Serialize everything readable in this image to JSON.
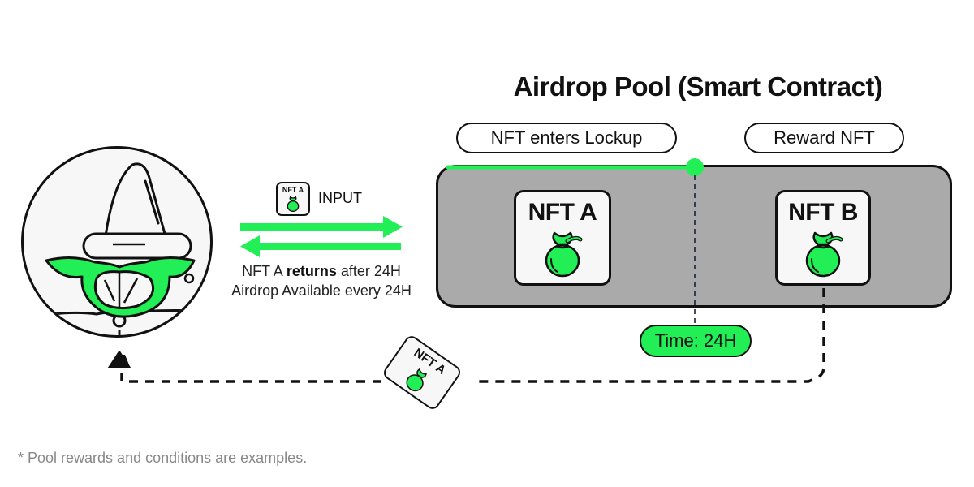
{
  "title": "Airdrop Pool (Smart Contract)",
  "stages": {
    "lockup_label": "NFT enters Lockup",
    "reward_label": "Reward NFT"
  },
  "pool": {
    "cards": [
      {
        "label": "NFT A",
        "icon": "money-bag-icon"
      },
      {
        "label": "NFT B",
        "icon": "money-bag-icon"
      }
    ],
    "timer_label": "Time: 24H",
    "lockup_progress_fraction": 0.5
  },
  "input": {
    "card_label": "NFT A",
    "label": "INPUT"
  },
  "caption": {
    "line1_prefix": "NFT A ",
    "line1_bold": "returns",
    "line1_suffix": " after 24H",
    "line2": "Airdrop Available every 24H"
  },
  "returning_card": {
    "label": "NFT A"
  },
  "user": {
    "avatar": "wizard-goblin-avatar"
  },
  "footnote": "* Pool rewards and conditions are examples.",
  "colors": {
    "accent_green": "#22ee55",
    "pool_gray": "#aaaaaa",
    "outline": "#111111",
    "footnote_gray": "#888888"
  }
}
